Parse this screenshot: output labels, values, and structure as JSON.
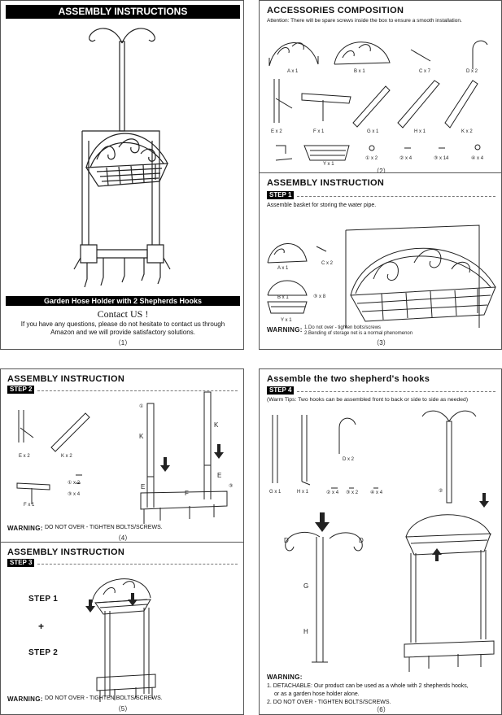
{
  "p1": {
    "title": "ASSEMBLY INSTRUCTIONS",
    "product": "Garden Hose Holder with 2 Shepherds Hooks",
    "contact_title": "Contact US !",
    "contact_line1": "If you have any questions, please do not hesitate to contact us through",
    "contact_line2": "Amazon and we will provide satisfactory solutions.",
    "page": "（1）"
  },
  "p2": {
    "title": "ACCESSORIES COMPOSITION",
    "note": "Attention: There will be spare screws inside the box to ensure a smooth installation.",
    "parts": {
      "a": "A x 1",
      "b": "B x 1",
      "c": "C x 7",
      "d": "D x 2",
      "e": "E x 2",
      "f": "F x 1",
      "g": "G x 1",
      "h": "H x 1",
      "k": "K x 2",
      "y": "Y x 1",
      "s1": "① x 2",
      "s2": "② x 4",
      "s3": "③ x 14",
      "s4": "④ x 4"
    },
    "page": "（2）"
  },
  "p3": {
    "title": "ASSEMBLY INSTRUCTION",
    "step": "STEP 1",
    "desc": "Assemble basket for storing the water pipe.",
    "labels": {
      "a": "A x 1",
      "c": "C x 2",
      "b": "B x 1",
      "s3": "③ x 8",
      "y": "Y x 1"
    },
    "warning": "WARNING:",
    "w1": "1.Do not over - tighten bolts/screws",
    "w2": "2.Bending of storage net is a normal phenomenon",
    "page": "（3）"
  },
  "p4": {
    "title": "ASSEMBLY INSTRUCTION",
    "step": "STEP 2",
    "labels": {
      "e": "E x 2",
      "k": "K x 2",
      "f": "F x 1",
      "s1": "① x 2",
      "s3": "③ x 4",
      "K": "K",
      "E": "E",
      "F": "F",
      "c1": "①",
      "c3": "③"
    },
    "warning": "WARNING:",
    "wtext": "DO NOT OVER - TIGHTEN BOLTS/SCREWS.",
    "page": "（4）"
  },
  "p5": {
    "title": "ASSEMBLY INSTRUCTION",
    "step": "STEP 3",
    "step1": "STEP 1",
    "plus": "+",
    "step2": "STEP 2",
    "warning": "WARNING:",
    "wtext": "DO NOT OVER - TIGHTEN BOLTS/SCREWS.",
    "page": "（5）"
  },
  "p6": {
    "title": "Assemble the two shepherd's hooks",
    "step": "STEP 4",
    "tip": "(Warm Tips: Two hooks can be assembled front to back or side to side as needed)",
    "labels": {
      "g": "G x 1",
      "h": "H x 1",
      "d": "D x 2",
      "s2": "② x 4",
      "s3": "③ x 2",
      "s4": "④ x 4",
      "D1": "D",
      "D2": "D",
      "G": "G",
      "H": "H",
      "c2": "②"
    },
    "warning": "WARNING:",
    "w1": "1. DETACHABLE: Our product can be used as a whole with 2 shepherds hooks,",
    "w1b": "or as a garden hose holder alone.",
    "w2": "2. DO NOT OVER - TIGHTEN BOLTS/SCREWS.",
    "page": "（6）"
  }
}
